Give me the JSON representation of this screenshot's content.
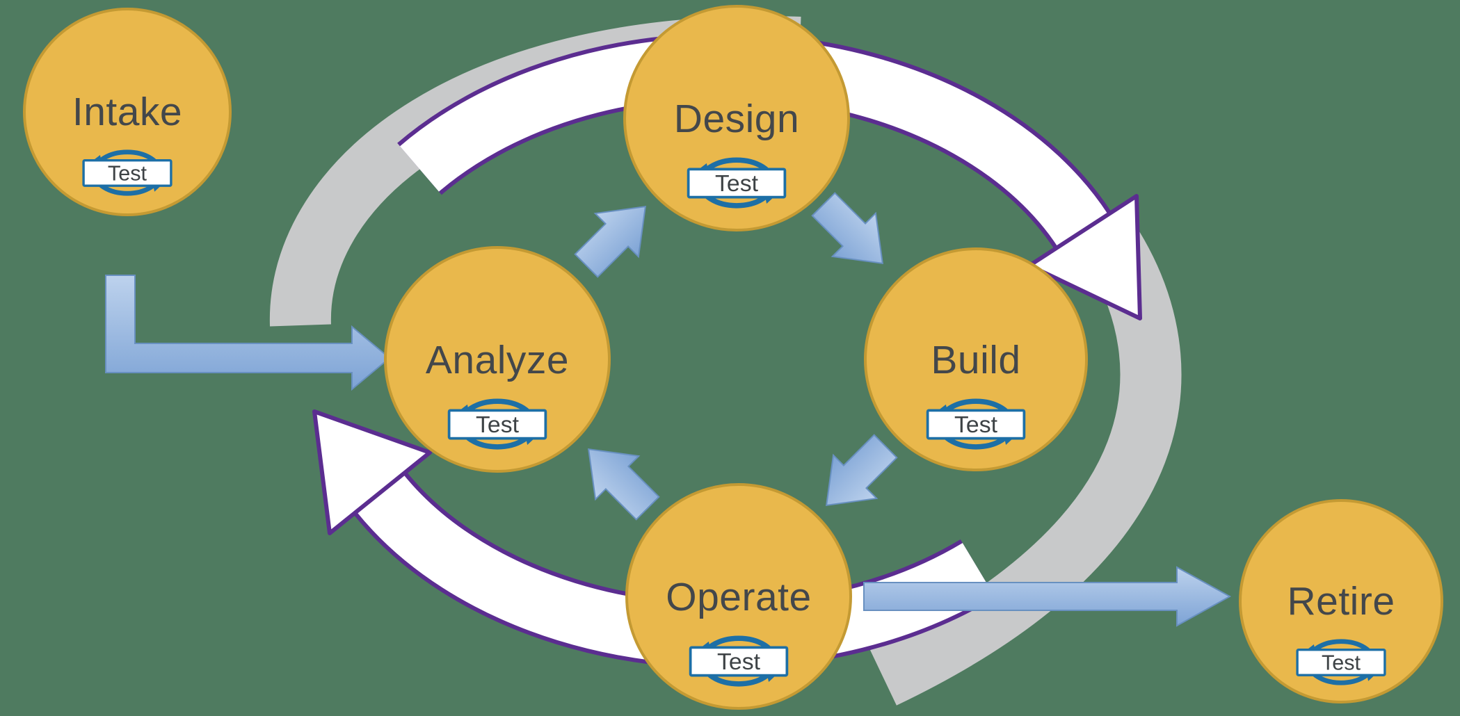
{
  "diagram": {
    "nodes": [
      {
        "id": "intake",
        "label": "Intake",
        "badge": "Test"
      },
      {
        "id": "design",
        "label": "Design",
        "badge": "Test"
      },
      {
        "id": "analyze",
        "label": "Analyze",
        "badge": "Test"
      },
      {
        "id": "build",
        "label": "Build",
        "badge": "Test"
      },
      {
        "id": "operate",
        "label": "Operate",
        "badge": "Test"
      },
      {
        "id": "retire",
        "label": "Retire",
        "badge": "Test"
      }
    ],
    "edges": [
      {
        "from": "intake",
        "to": "analyze",
        "style": "blue-elbow-arrow"
      },
      {
        "from": "analyze",
        "to": "design",
        "style": "blue-chevron-arrow"
      },
      {
        "from": "design",
        "to": "build",
        "style": "blue-chevron-arrow"
      },
      {
        "from": "build",
        "to": "operate",
        "style": "blue-chevron-arrow"
      },
      {
        "from": "operate",
        "to": "analyze",
        "style": "blue-chevron-arrow"
      },
      {
        "from": "operate",
        "to": "retire",
        "style": "blue-straight-arrow"
      },
      {
        "from": "cycle",
        "to": "cycle",
        "style": "white-cycle-arrow-pair"
      },
      {
        "from": "cycle",
        "to": "cycle",
        "style": "gray-cycle-arrow-pair"
      }
    ],
    "colors": {
      "background": "#4f7b60",
      "node_fill": "#e9b84c",
      "node_border": "#c49a33",
      "node_text": "#43474b",
      "badge_border": "#1d6fa6",
      "badge_fill": "#ffffff",
      "cycle_arrow_white": "#ffffff",
      "cycle_arrow_outline": "#5b2d90",
      "cycle_arrow_gray": "#c8c9ca",
      "connector_blue": "#8fb3e0"
    }
  }
}
